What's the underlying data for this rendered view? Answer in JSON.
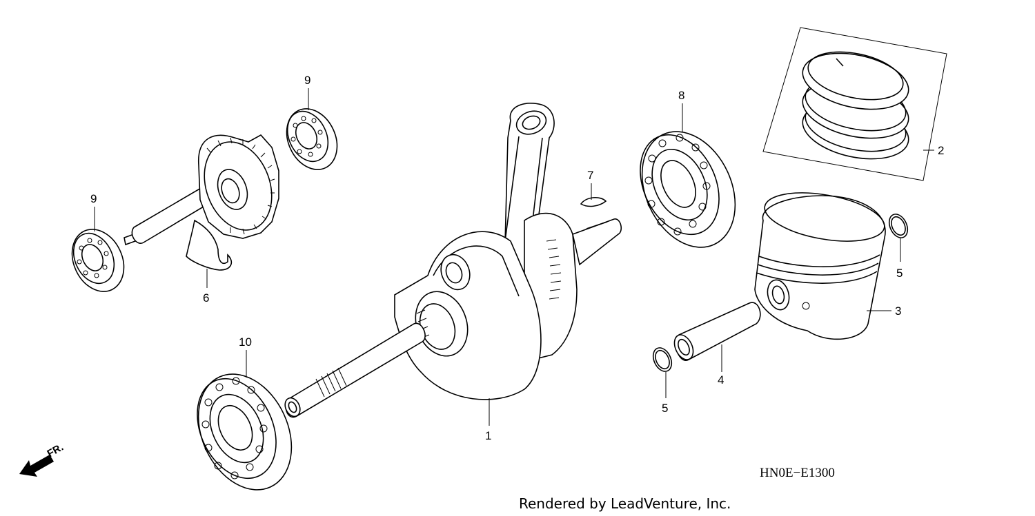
{
  "diagram": {
    "diagram_code": "HN0E−E1300",
    "credit": "Rendered by LeadVenture, Inc.",
    "direction_indicator": "FR."
  },
  "callouts": [
    {
      "id": "1",
      "text": "1"
    },
    {
      "id": "2",
      "text": "2"
    },
    {
      "id": "3",
      "text": "3"
    },
    {
      "id": "4",
      "text": "4"
    },
    {
      "id": "5a",
      "text": "5"
    },
    {
      "id": "5b",
      "text": "5"
    },
    {
      "id": "6",
      "text": "6"
    },
    {
      "id": "7",
      "text": "7"
    },
    {
      "id": "8",
      "text": "8"
    },
    {
      "id": "9a",
      "text": "9"
    },
    {
      "id": "9b",
      "text": "9"
    },
    {
      "id": "10",
      "text": "10"
    }
  ]
}
